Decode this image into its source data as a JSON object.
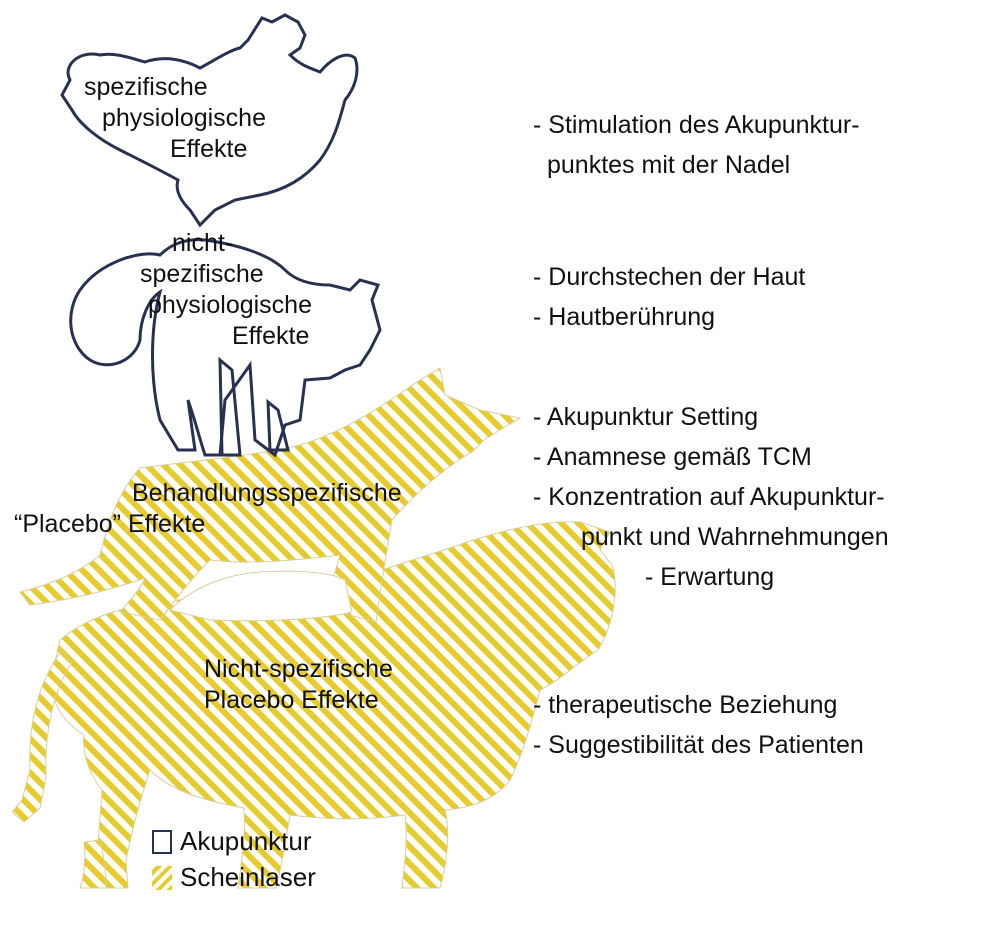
{
  "animals": {
    "rooster": {
      "lines": [
        "spezifische",
        "physiologische",
        "Effekte"
      ]
    },
    "cat": {
      "lines": [
        "nicht-",
        "spezifische",
        "physiologische",
        "Effekte"
      ]
    },
    "dog": {
      "lines": [
        "Behandlungsspezifische",
        "“Placebo” Effekte"
      ]
    },
    "donkey": {
      "lines": [
        "Nicht-spezifische",
        "Placebo Effekte"
      ]
    }
  },
  "descriptions": {
    "rooster": [
      "- Stimulation des Akupunktur-",
      "punktes mit der Nadel"
    ],
    "cat": [
      "- Durchstechen der Haut",
      "- Hautberührung"
    ],
    "dog": [
      "- Akupunktur Setting",
      "- Anamnese gemäß TCM",
      "- Konzentration auf Akupunktur-",
      "punkt und Wahrnehmungen",
      "- Erwartung"
    ],
    "donkey": [
      "- therapeutische Beziehung",
      "- Suggestibilität des Patienten"
    ]
  },
  "legend": [
    {
      "label": "Akupunktur",
      "style": "outline",
      "color": "#2a3050"
    },
    {
      "label": "Scheinlaser",
      "style": "hatched",
      "color": "#e6cc2e"
    }
  ],
  "colors": {
    "outline": "#2a3050",
    "hatch": "#e6cc2e",
    "text": "#111111"
  }
}
